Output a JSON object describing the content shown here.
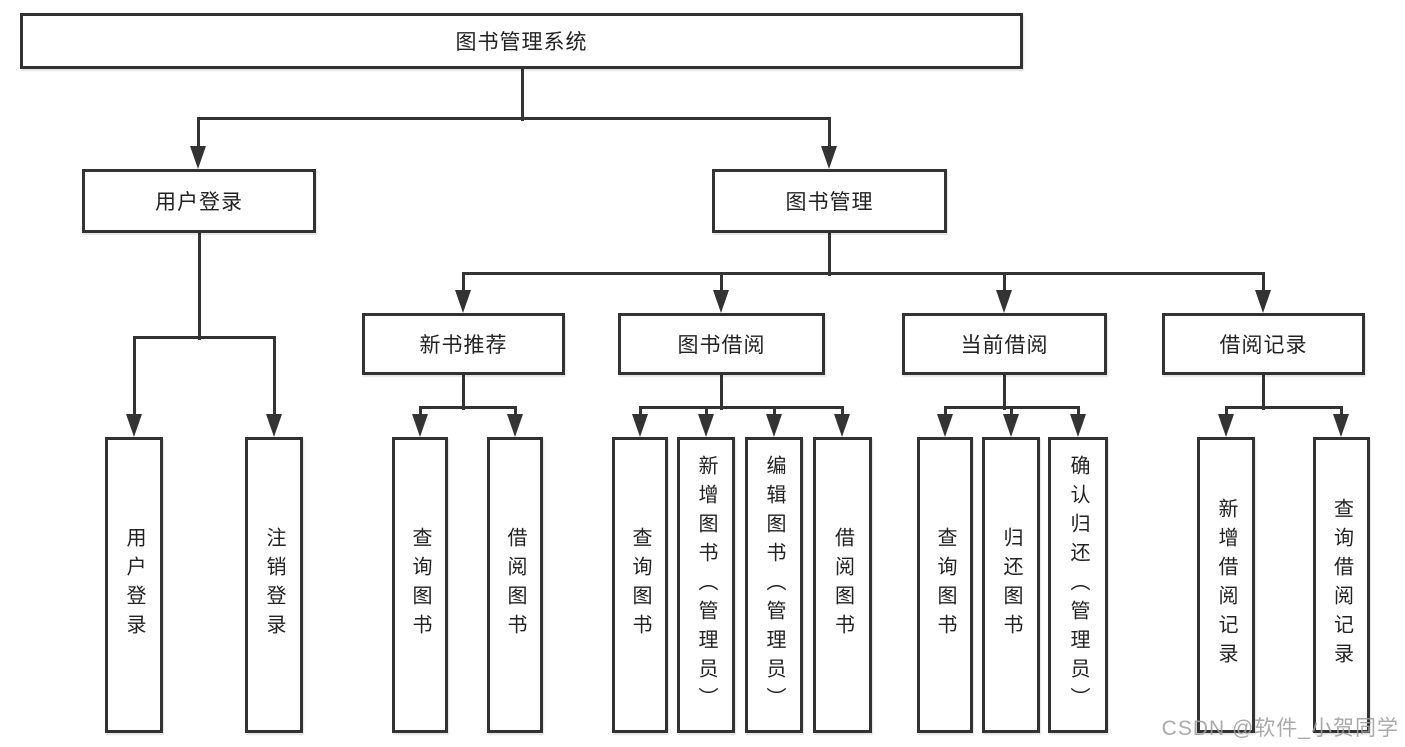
{
  "diagram": {
    "title": "图书管理系统",
    "nodes": {
      "root": "图书管理系统",
      "level2": [
        "用户登录",
        "图书管理"
      ],
      "level3": [
        "新书推荐",
        "图书借阅",
        "当前借阅",
        "借阅记录"
      ],
      "leaves": [
        "用户登录",
        "注销登录",
        "查询图书",
        "借阅图书",
        "查询图书",
        "新增图书（管理员）",
        "编辑图书（管理员）",
        "借阅图书",
        "查询图书",
        "归还图书",
        "确认归还（管理员）",
        "新增借阅记录",
        "查询借阅记录"
      ]
    },
    "colors": {
      "line": "#333333",
      "border": "#323232",
      "text": "#222222",
      "background": "#ffffff",
      "watermark": "#9e9e9e"
    },
    "watermark": "CSDN @软件_小贺同学"
  }
}
